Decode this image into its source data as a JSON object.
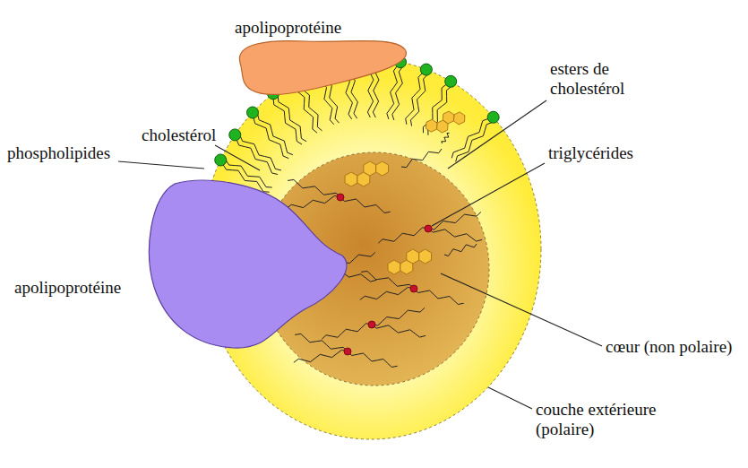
{
  "diagram": {
    "labels": [
      "apolipoprotéine",
      "cholestérol",
      "phospholipides",
      "esters de cholestérol",
      "triglycérides",
      "apolipoprotéine",
      "cœur (non polaire)",
      "couche extérieure (polaire)"
    ]
  }
}
